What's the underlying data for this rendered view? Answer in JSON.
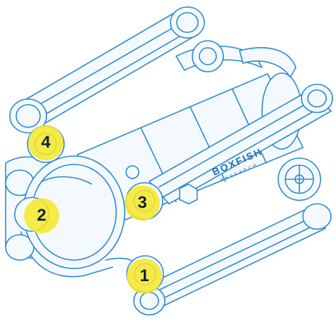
{
  "colors": {
    "line": "#2b8ad0",
    "fill": "#f4f9fd",
    "marker": "#f5e828",
    "marker_text": "#10223d",
    "brand": "#1e6fb0"
  },
  "brand": {
    "name": "BOXFISH",
    "subtitle": "RESEARCH"
  },
  "callouts": [
    {
      "id": "4",
      "label": "4"
    },
    {
      "id": "2",
      "label": "2"
    },
    {
      "id": "3",
      "label": "3"
    },
    {
      "id": "1",
      "label": "1"
    }
  ]
}
